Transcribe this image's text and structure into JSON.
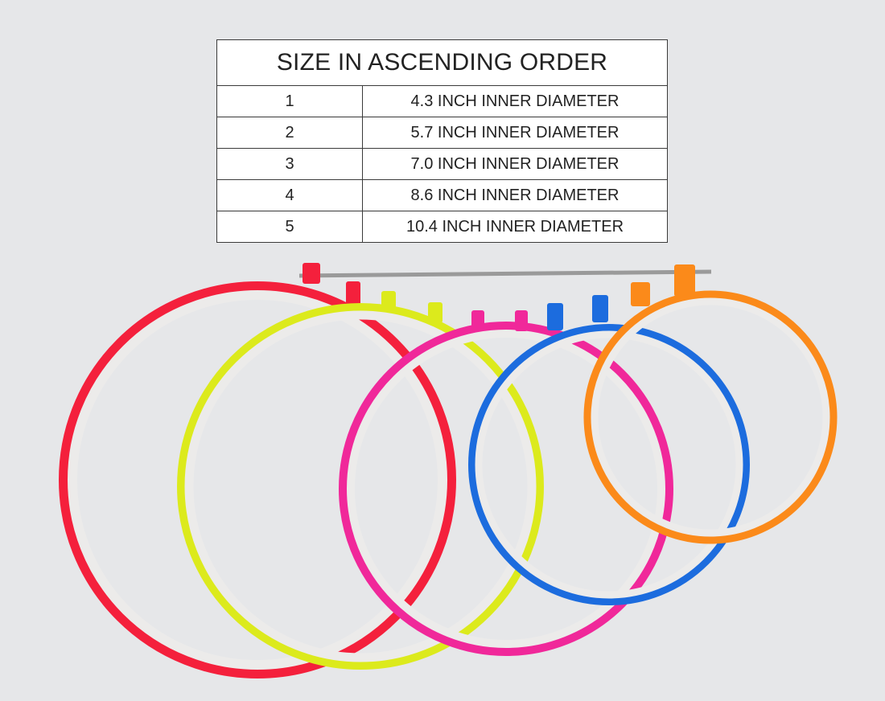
{
  "table": {
    "title": "SIZE IN ASCENDING ORDER",
    "rows": [
      {
        "index": "1",
        "size": "4.3 INCH INNER DIAMETER"
      },
      {
        "index": "2",
        "size": "5.7 INCH INNER DIAMETER"
      },
      {
        "index": "3",
        "size": "7.0 INCH INNER DIAMETER"
      },
      {
        "index": "4",
        "size": "8.6 INCH INNER DIAMETER"
      },
      {
        "index": "5",
        "size": "10.4 INCH INNER DIAMETER"
      }
    ]
  },
  "hoops": [
    {
      "name": "red-hoop",
      "color": "#f4203c"
    },
    {
      "name": "yellow-hoop",
      "color": "#dcea1c"
    },
    {
      "name": "pink-hoop",
      "color": "#f0289a"
    },
    {
      "name": "blue-hoop",
      "color": "#1c6cde"
    },
    {
      "name": "orange-hoop",
      "color": "#fb8a1a"
    }
  ],
  "colors": {
    "background": "#e6e7e9",
    "hoop_inner": "#ecebea"
  }
}
